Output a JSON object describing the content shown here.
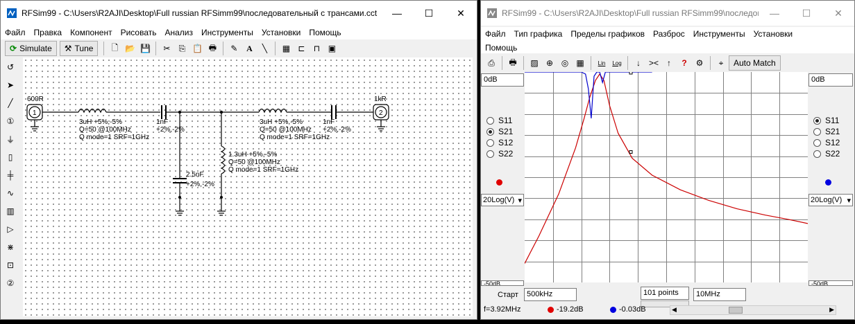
{
  "schematic_window": {
    "title": "RFSim99 - C:\\Users\\R2AJI\\Desktop\\Full russian RFSimm99\\последовательный с трансами.cct",
    "menu": [
      "Файл",
      "Правка",
      "Компонент",
      "Рисовать",
      "Анализ",
      "Инструменты",
      "Установки",
      "Помощь"
    ],
    "toolbar": {
      "simulate_label": "Simulate",
      "tune_label": "Tune"
    },
    "components": {
      "port1_label": "600R",
      "port1_num": "1",
      "port2_label": "1kR",
      "port2_num": "2",
      "l1": [
        "3uH  +5%,-5%",
        "Q=50 @100MHz",
        "Q mode=1 SRF=1GHz"
      ],
      "c1": [
        "1nF",
        "+2%,-2%"
      ],
      "l2": [
        "3uH  +5%,-5%",
        "Q=50 @100MHz",
        "Q mode=1 SRF=1GHz"
      ],
      "c2": [
        "1nF",
        "+2%,-2%"
      ],
      "c3": [
        "2.5nF",
        "+2%,-2%"
      ],
      "l3": [
        "1.3uH  +5%,-5%",
        "Q=50 @100MHz",
        "Q mode=1 SRF=1GHz"
      ]
    }
  },
  "graph_window": {
    "title": "RFSim99 - C:\\Users\\R2AJI\\Desktop\\Full russian RFSimm99\\последов...",
    "menu": [
      "Файл",
      "Тип графика",
      "Пределы графиков",
      "Разброс",
      "Инструменты",
      "Установки",
      "Помощь"
    ],
    "toolbar": {
      "lin_label": "Lin",
      "log_label": "Log",
      "auto_match_label": "Auto Match"
    },
    "left_top_db": "0dB",
    "right_top_db": "0dB",
    "left_bottom_db": "-50dB",
    "right_bottom_db": "-50dB",
    "left_params": [
      "S11",
      "S21",
      "S12",
      "S22"
    ],
    "left_selected": "S21",
    "right_params": [
      "S11",
      "S21",
      "S12",
      "S22"
    ],
    "right_selected": "S11",
    "left_scale": "20Log(V)",
    "right_scale": "20Log(V)",
    "start_label": "Старт",
    "start_value": "500kHz",
    "points_value": "101 points",
    "stop_value": "10MHz",
    "status_freq": "f=3.92MHz",
    "status_left": "-19.2dB",
    "status_right": "-0.03dB",
    "left_color": "#e00000",
    "right_color": "#0000e0"
  },
  "chart_data": {
    "type": "line",
    "x_range": [
      "500kHz",
      "10MHz"
    ],
    "y_range": [
      "-50dB",
      "0dB"
    ],
    "grid": true,
    "series": [
      {
        "name": "S21",
        "color": "#cc0000",
        "x_frac": [
          0.0,
          0.05,
          0.12,
          0.18,
          0.21,
          0.23,
          0.25,
          0.265,
          0.28,
          0.3,
          0.33,
          0.38,
          0.45,
          0.55,
          0.65,
          0.75,
          0.85,
          0.93,
          1.0
        ],
        "y_frac": [
          0.91,
          0.78,
          0.58,
          0.36,
          0.22,
          0.12,
          0.04,
          0.01,
          0.04,
          0.16,
          0.29,
          0.41,
          0.49,
          0.56,
          0.61,
          0.65,
          0.68,
          0.7,
          0.72
        ]
      },
      {
        "name": "S11",
        "color": "#0000cc",
        "x_frac": [
          0.0,
          0.1,
          0.2,
          0.215,
          0.225,
          0.235,
          0.245,
          0.255,
          0.265,
          0.275,
          0.285,
          0.3,
          0.32,
          0.4,
          0.45
        ],
        "y_frac": [
          0.0,
          0.0,
          0.0,
          0.01,
          0.08,
          0.22,
          0.02,
          0.0,
          0.0,
          0.05,
          0.0,
          0.0,
          0.0,
          0.0,
          0.0
        ]
      }
    ]
  }
}
